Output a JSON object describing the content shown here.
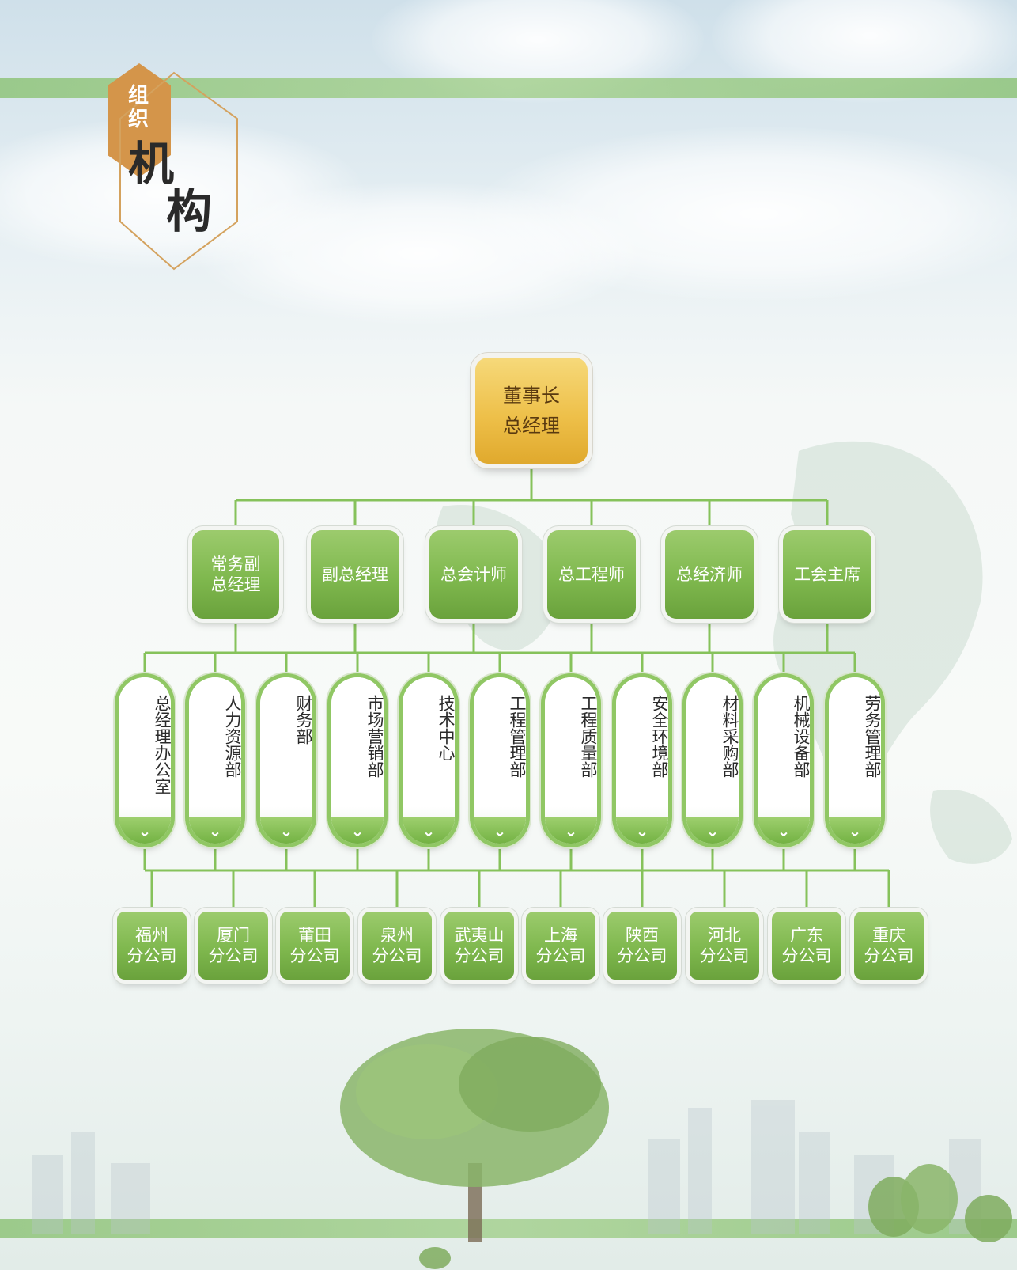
{
  "header": {
    "title_small": [
      "组",
      "织"
    ],
    "title_large": [
      "机",
      "构"
    ]
  },
  "top": {
    "label_lines": [
      "董事长",
      "总经理"
    ]
  },
  "level2": [
    {
      "lines": [
        "常务副",
        "总经理"
      ]
    },
    {
      "lines": [
        "副总经理"
      ]
    },
    {
      "lines": [
        "总会计师"
      ]
    },
    {
      "lines": [
        "总工程师"
      ]
    },
    {
      "lines": [
        "总经济师"
      ]
    },
    {
      "lines": [
        "工会主席"
      ]
    }
  ],
  "departments": [
    {
      "label": "总经理办公室"
    },
    {
      "label": "人力资源部"
    },
    {
      "label": "财务部"
    },
    {
      "label": "市场营销部"
    },
    {
      "label": "技术中心"
    },
    {
      "label": "工程管理部"
    },
    {
      "label": "工程质量部"
    },
    {
      "label": "安全环境部"
    },
    {
      "label": "材料采购部"
    },
    {
      "label": "机械设备部"
    },
    {
      "label": "劳务管理部"
    }
  ],
  "branches": [
    {
      "lines": [
        "福州",
        "分公司"
      ]
    },
    {
      "lines": [
        "厦门",
        "分公司"
      ]
    },
    {
      "lines": [
        "莆田",
        "分公司"
      ]
    },
    {
      "lines": [
        "泉州",
        "分公司"
      ]
    },
    {
      "lines": [
        "武夷山",
        "分公司"
      ]
    },
    {
      "lines": [
        "上海",
        "分公司"
      ]
    },
    {
      "lines": [
        "陕西",
        "分公司"
      ]
    },
    {
      "lines": [
        "河北",
        "分公司"
      ]
    },
    {
      "lines": [
        "广东",
        "分公司"
      ]
    },
    {
      "lines": [
        "重庆",
        "分公司"
      ]
    }
  ],
  "colors": {
    "node_green": "#7fb84e",
    "node_gold": "#eec04a",
    "connector": "#86c25b",
    "title_hexagon": "#d4954a"
  },
  "icons": {
    "pill_chevron": "chevron-down-icon"
  }
}
